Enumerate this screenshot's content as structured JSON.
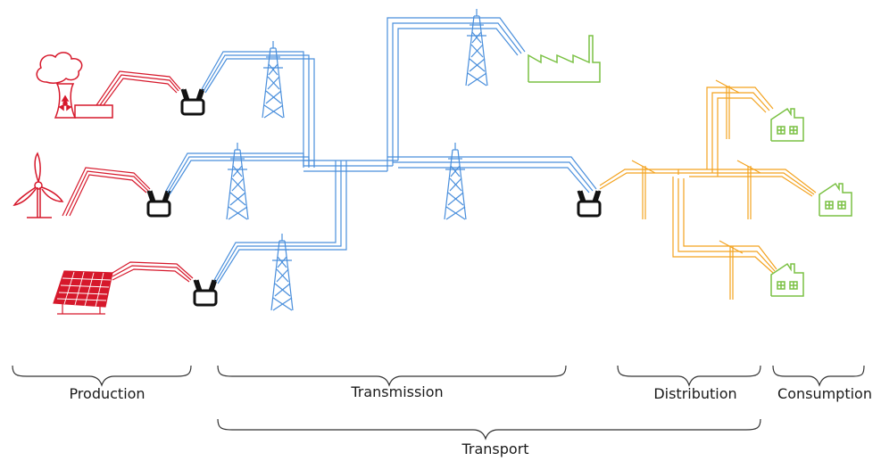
{
  "labels": {
    "production": "Production",
    "transmission": "Transmission",
    "distribution": "Distribution",
    "consumption": "Consumption",
    "transport": "Transport"
  },
  "colors": {
    "production": "#d6182b",
    "transmission": "#4a8fdc",
    "distribution": "#f3a21e",
    "consumption": "#7ac143",
    "transformer": "#111111",
    "brace": "#333333"
  },
  "icons": {
    "nuclear_plant": "nuclear-plant-icon",
    "wind_turbine": "wind-turbine-icon",
    "solar_panel": "solar-panel-icon",
    "transformer": "transformer-icon",
    "pylon": "transmission-tower-icon",
    "factory": "factory-icon",
    "house": "house-icon",
    "utility_pole": "utility-pole-icon"
  }
}
